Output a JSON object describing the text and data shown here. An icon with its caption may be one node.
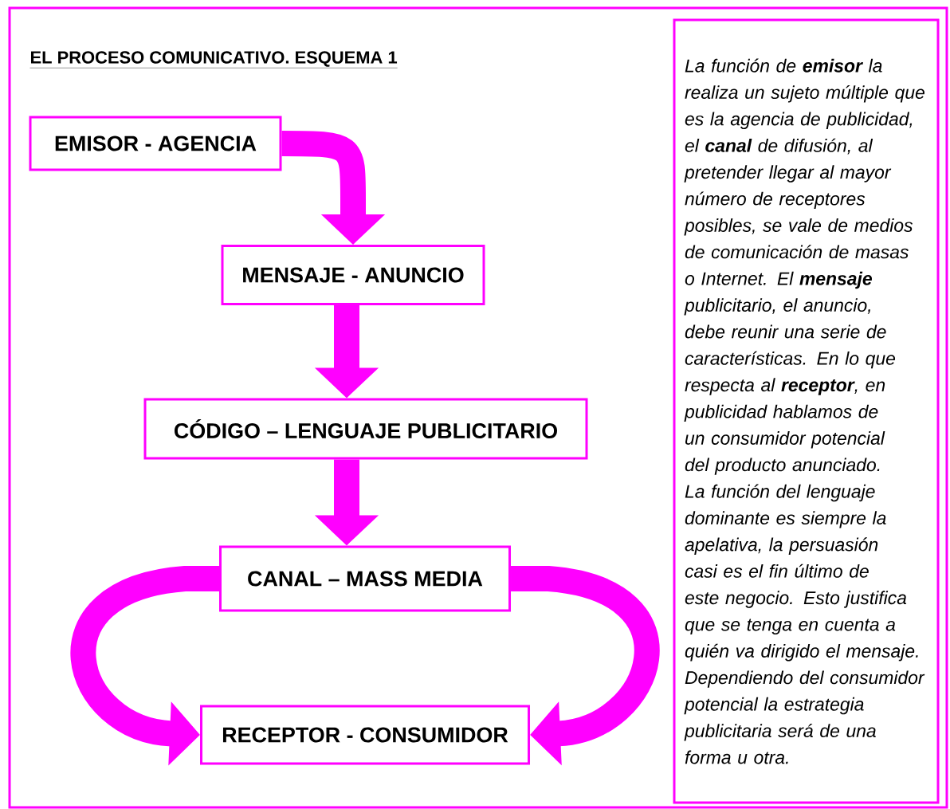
{
  "diagram": {
    "title": "EL PROCESO COMUNICATIVO.  ESQUEMA 1",
    "nodes": [
      {
        "text": [
          "EMISOR - AGENCIA"
        ]
      },
      {
        "text": [
          "MENSAJE - ANUNCIO"
        ]
      },
      {
        "text": [
          "CÓDIGO – LENGUAJE PUBLICITARIO"
        ]
      },
      {
        "text": [
          "CANAL – MASS MEDIA"
        ]
      },
      {
        "text": [
          "RECEPTOR - CONSUMIDOR"
        ]
      },
      {
        "text": [
          "La función de **emisor** la realiza un sujeto múltiple que es la agencia de publicidad, el **canal** de difusión, al pretender llegar al mayor número de receptores posibles, se vale de medios de comunicación de masas o Internet. El **mensaje** publicitario, el anuncio, debe reunir una serie de características. En lo que respecta al **receptor**, en publicidad hablamos de un consumidor potencial del producto anunciado.  La función del lenguaje dominante es siempre la apelativa, la persuasión casi es el fin último de este negocio. Esto justifica que se tenga en cuenta a quién va dirigido el mensaje. Dependiendo del consumidor potencial la estrategia publicitaria será de una forma u otra."
        ]
      }
    ],
    "edges": [
      {
        "from": 0,
        "to": 1,
        "arrow": "to"
      },
      {
        "from": 1,
        "to": 2,
        "arrow": "to"
      },
      {
        "from": 2,
        "to": 3,
        "arrow": "to"
      },
      {
        "from": 3,
        "to": 4,
        "arrow": "to"
      },
      {
        "from": 3,
        "to": 4,
        "arrow": "to"
      }
    ]
  }
}
